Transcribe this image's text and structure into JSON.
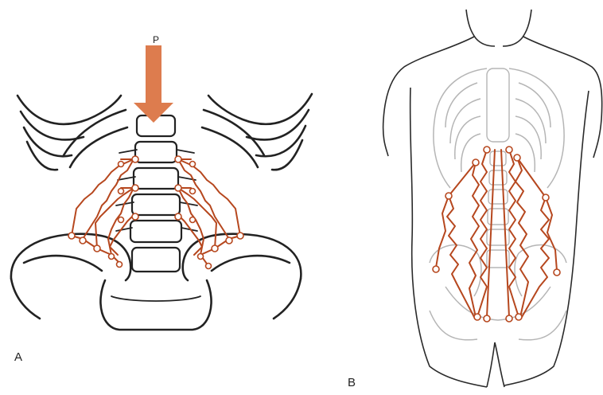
{
  "panels": [
    {
      "id": "A",
      "label": "A"
    },
    {
      "id": "B",
      "label": "B"
    }
  ],
  "load_label": "P",
  "colors": {
    "muscle": "#b6471e",
    "load_arrow": "#dd7c4e",
    "bone_outline": "#222222",
    "faint_outline": "#b5b5b5"
  }
}
